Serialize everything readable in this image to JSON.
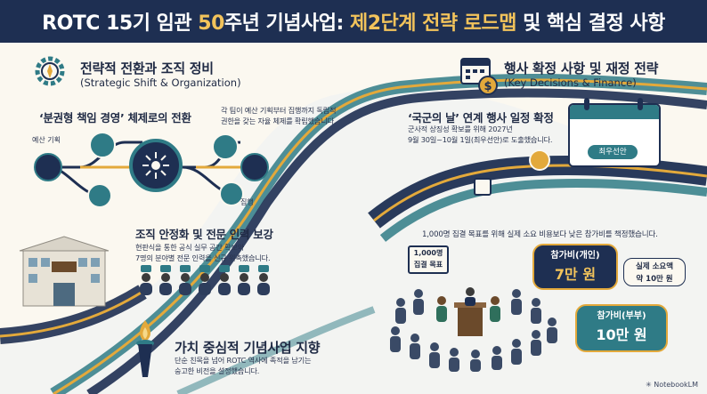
{
  "header": {
    "title_part1": "ROTC 15기 임관 ",
    "title_highlight1": "50",
    "title_part2": "주년 기념사업: ",
    "title_highlight2": "제2단계 전략 로드맵",
    "title_part3": " 및 핵심 결정 사항"
  },
  "strategic": {
    "title": "전략적 전환과 조직 정비",
    "subtitle": "(Strategic Shift & Organization)",
    "decentral_title": "‘분권형 책임 경영’ 체제로의 전환",
    "decentral_body_1": "각 팀이 예산 기획부터 집행까지 독립적",
    "decentral_body_2": "권한을 갖는 자율 체제를 확립했습니다.",
    "label_budget": "예산 기획",
    "label_exec": "집행",
    "stabilize_title": "조직 안정화 및 전문 인력 보강",
    "stabilize_body_1": "현판식을 통한 공식 실무 공간 확보와",
    "stabilize_body_2": "7명의 분야별 전문 인력을 신규 위촉했습니다."
  },
  "value": {
    "title": "가치 중심적 기념사업 지향",
    "body_1": "단순 친목을 넘어 ROTC 역사에 족적을 남기는",
    "body_2": "숭고한 비전을 설정했습니다."
  },
  "decisions": {
    "title": "행사 확정 사항 및 재정 전략",
    "subtitle": "(Key Decisions & Finance)",
    "event_title": "‘국군의 날’ 연계 행사 일정 확정",
    "event_body_1": "군사적 상징성 확보를 위해 2027년",
    "event_body_2": "9월 30일~10월 1일(최우선안)로 도출했습니다.",
    "calendar_tag": "최우선안",
    "fee_note": "1,000명 집결 목표를 위해 실제 소요 비용보다 낮은 참가비를 책정했습니다.",
    "sign_1": "1,000명",
    "sign_2": "집결 목표",
    "fee_individual_label": "참가비(개인)",
    "fee_individual_value": "7만 원",
    "actual_cost_1": "실제 소요액",
    "actual_cost_2": "약 10만 원",
    "fee_couple_label": "참가비(부부)",
    "fee_couple_value": "10만 원"
  },
  "footer": {
    "brand": "NotebookLM"
  },
  "colors": {
    "navy": "#1e2f52",
    "gold": "#e3a93b",
    "teal": "#2f7b86",
    "cream": "#fbf8f0"
  },
  "icons": [
    "gear-compass-icon",
    "calendar-dollar-icon",
    "network-hub-icon",
    "torch-icon",
    "building-icon",
    "podium-icon"
  ]
}
